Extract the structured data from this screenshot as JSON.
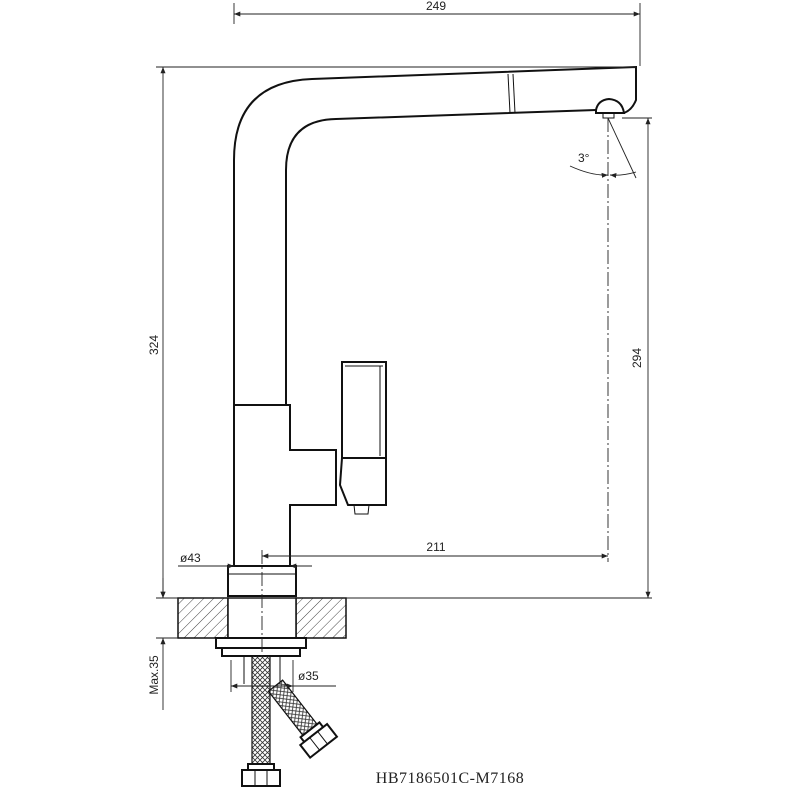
{
  "drawing": {
    "model_code": "HB7186501C-M7168",
    "dimensions": {
      "overall_width": "249",
      "overall_height": "324",
      "spout_height": "294",
      "spout_reach": "211",
      "base_diameter": "ø43",
      "hole_diameter": "ø35",
      "max_thickness": "Max.35",
      "spout_angle": "3°"
    }
  }
}
